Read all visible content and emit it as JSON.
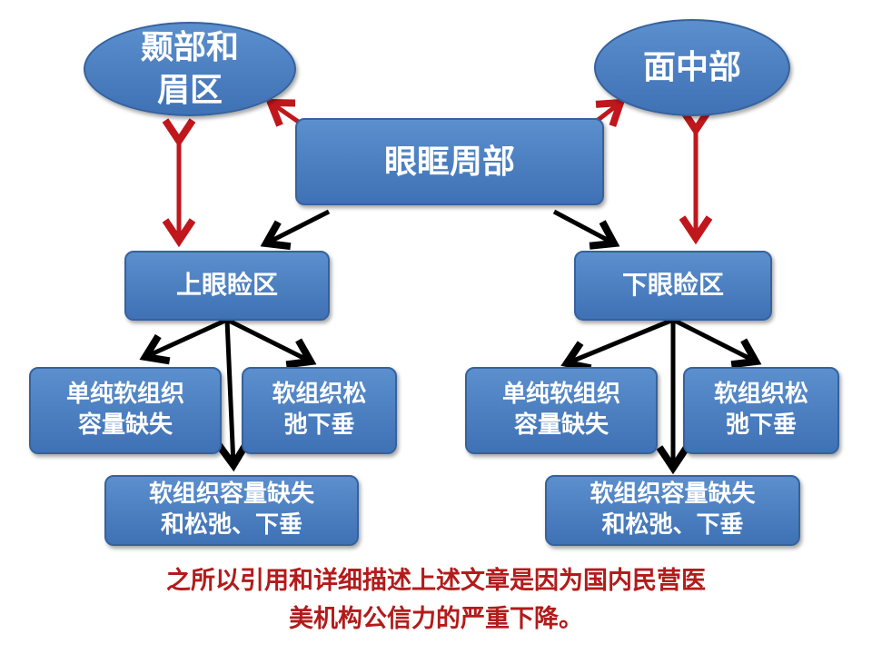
{
  "nodes": {
    "top_center": "眼眶周部",
    "top_left": "颞部和\n眉区",
    "top_right": "面中部",
    "upper_lid": "上眼睑区",
    "lower_lid": "下眼睑区",
    "upper_volume_loss": "单纯软组织\n容量缺失",
    "upper_laxity": "软组织松\n弛下垂",
    "upper_combined": "软组织容量缺失\n和松弛、下垂",
    "lower_volume_loss": "单纯软组织\n容量缺失",
    "lower_laxity": "软组织松\n弛下垂",
    "lower_combined": "软组织容量缺失\n和松弛、下垂"
  },
  "footnote": {
    "line1": "之所以引用和详细描述上述文章是因为国内民营医",
    "line2": "美机构公信力的严重下降。"
  },
  "colors": {
    "node_fill": "#4a7ebf",
    "black_arrow": "#000000",
    "red_arrow": "#c0171d",
    "footnote": "#b31b1b"
  }
}
